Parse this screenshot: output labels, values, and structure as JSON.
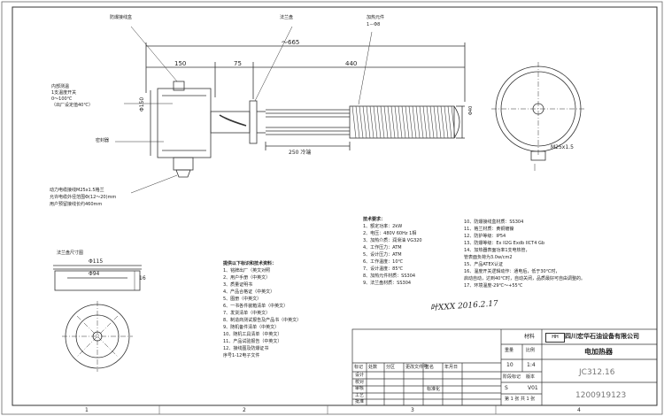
{
  "labels": {
    "top_callout_1": "防爆接线盒",
    "top_callout_2": "法兰盘",
    "top_callout_3": "加热元件",
    "top_callout_3b": "1－Φ8",
    "dim_total": "～665",
    "dim_150": "150",
    "dim_75": "75",
    "dim_440": "440",
    "dim_phi150": "Φ150",
    "dim_phi40": "Φ40",
    "dim_250": "250 冷端",
    "thread_right": "M25x1.5",
    "inner_thermostat": [
      "内部测温",
      "1支温度开关",
      "0～100℃",
      "（出厂设定值40℃）"
    ],
    "seal_label": "密封器",
    "cable_note": [
      "动力电缆接线M25x1.5格兰",
      "允许电缆外径范围Φ(12～20)mm",
      "用户预留接线长约460mm"
    ],
    "flange_title": "法兰盘尺寸图",
    "flange_phi115": "Φ115",
    "flange_phi94": "Φ94",
    "flange_16": "16"
  },
  "deliverables": {
    "title": "提供以下标识和技术资料：",
    "items": [
      "1、铭牌出厂（英文对照",
      "2、用户手册（中英文）",
      "3、质量证明书",
      "4、产品合格证（中英文）",
      "5、图册（中英文）",
      "6、一书各件装箱清单（中英文）",
      "7、发货清单（中英文）",
      "8、制造商测试报告及产品书（中英文）",
      "9、随机备件清单（中英文）",
      "10、随机工具清单（中英文）",
      "11、产品试验报告（中英文）",
      "12、接线图及防爆证书"
    ],
    "footer": "序号1-12电子文件",
    "signature": "叶XXX 2016.2.17"
  },
  "tech_req": {
    "title": "技术要求：",
    "left": [
      "1、额定功率：2kW",
      "2、电压：480V 60Hz 1相",
      "3、加热介质：润滑油 VG320",
      "4、工作压力：ATM",
      "5、设计压力：ATM",
      "6、工作温度：10℃",
      "7、设计温度：85℃",
      "8、加热元件材质：SS304",
      "9、法兰盘材质：SS304"
    ],
    "right": [
      "10、防爆接线盒材质：SS304",
      "11、格兰材质：黄铜镀镍",
      "12、防护等级：IP54",
      "13、防爆等级：Ex II2G Exdb IICT4 Gb",
      "14、加热器表面功率1支电热管，",
      "    管表面负荷为3.0w/cm2",
      "15、产品ATEX认证",
      "16、温度开关逻辑动作：通电后，低于30℃时，",
      "    启动自动，达到40℃时，自动关闭，品质最好可自由调整的。",
      "17、环境温度-29℃～+55℃"
    ]
  },
  "title_block": {
    "company": "四川宏华石油设备有限公司",
    "drawing_name": "电加热器",
    "drawing_no": "JC312.16",
    "serial": "1200919123",
    "material_label": "材料",
    "weight_label": "重量",
    "scale_label": "比例",
    "qty": "10",
    "scale": "1:4",
    "stage_label": "阶段标记",
    "version_label": "版本",
    "stage": "S",
    "version": "V01",
    "sheet": "第 1 张  共 1 张",
    "rev_headers": [
      "标记",
      "处数",
      "分区",
      "更改文件号",
      "签名",
      "年月日"
    ],
    "sign_rows": [
      "设计",
      "校对",
      "审核",
      "工艺",
      "批准"
    ],
    "std_label": "标准化"
  },
  "zones": [
    "1",
    "2",
    "3",
    "4"
  ]
}
